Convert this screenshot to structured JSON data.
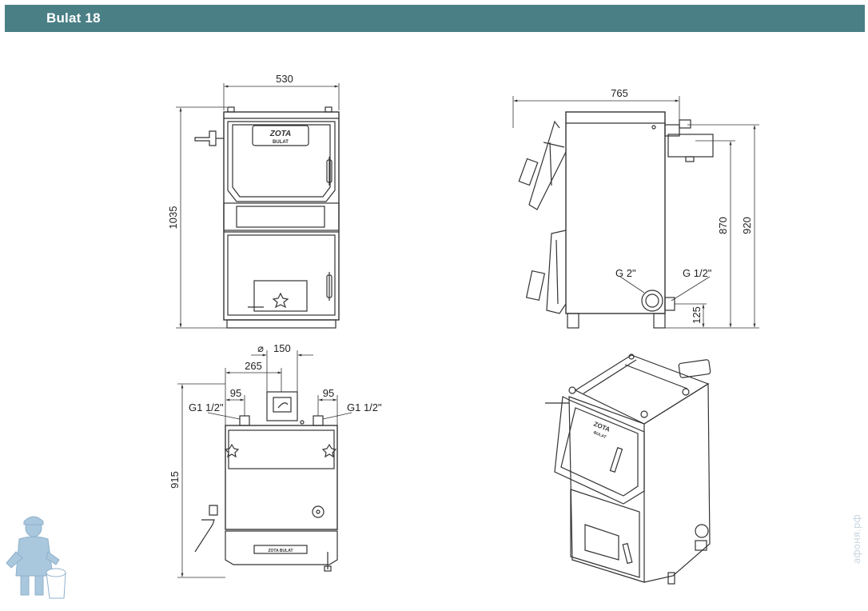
{
  "header": {
    "title": "Bulat 18"
  },
  "front_view": {
    "width_label": "530",
    "height_label": "1035",
    "logo_brand": "ZOTA",
    "logo_model": "BULAT"
  },
  "side_view": {
    "depth_label": "765",
    "height_870_label": "870",
    "height_920_label": "920",
    "height_125_label": "125",
    "return_thread_label": "G 2\"",
    "drain_thread_label": "G 1/2\""
  },
  "top_view": {
    "flue_diameter_label": "150",
    "flue_offset_label": "265",
    "left_pipe_offset_label": "95",
    "right_pipe_offset_label": "95",
    "left_pipe_label": "G1 1/2\"",
    "right_pipe_label": "G1 1/2\"",
    "depth_label": "915",
    "plate_text": "ZOTA BULAT"
  },
  "iso_view": {
    "logo_brand": "ZOTA",
    "logo_model": "BULAT"
  },
  "watermark": {
    "text": "афоня.рф"
  },
  "colors": {
    "header_bg": "#4a7f86",
    "header_text": "#ffffff",
    "line": "#333333",
    "mascot": "#a9c7dd"
  }
}
